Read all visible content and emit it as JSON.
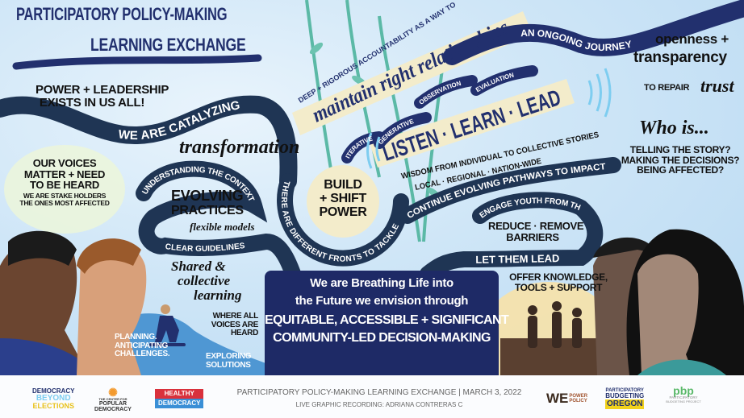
{
  "title": {
    "line1": "PARTICIPATORY POLICY-MAKING",
    "line2": "LEARNING EXCHANGE"
  },
  "top": {
    "accountability": "DEEP + RIGOROUS ACCOUNTABILITY AS A WAY TO",
    "relationships": "maintain right relationships",
    "journey": "an ongoing journey",
    "chain": [
      "iterative",
      "generative",
      "observation",
      "evaluation"
    ],
    "listen": "LISTEN · LEARN · LEAD",
    "wisdom1": "WISDOM FROM INDIVIDUAL TO COLLECTIVE STORIES",
    "wisdom2": "LOCAL · REGIONAL · NATION-WIDE"
  },
  "right": {
    "openness": "openness +",
    "transparency": "transparency",
    "repair": "TO REPAIR",
    "trust": "trust",
    "whois": "Who is...",
    "questions": [
      "TELLING THE STORY?",
      "MAKING THE DECISIONS?",
      "BEING AFFECTED?"
    ]
  },
  "left": {
    "power1": "POWER + LEADERSHIP",
    "power2": "EXISTS IN US ALL!",
    "catalyzing": "we are catalyzing",
    "transformation": "transformation",
    "voices": [
      "OUR VOICES",
      "MATTER + NEED",
      "TO BE HEARD"
    ],
    "stakeholders": [
      "WE ARE STAKE HOLDERS",
      "THE ONES MOST AFFECTED"
    ]
  },
  "loop": {
    "context": "understanding the context",
    "evolving": "EVOLVING",
    "practices": "PRACTICES",
    "flexible": "flexible models",
    "guidelines": "clear guidelines"
  },
  "center": {
    "build": [
      "BUILD",
      "+ SHIFT",
      "POWER"
    ],
    "fronts": "there are different fronts to tackle",
    "pathways": "continue evolving pathways to impact"
  },
  "youth": {
    "engage": "engage youth from the start",
    "reduce": [
      "REDUCE · REMOVE",
      "BARRIERS"
    ],
    "lead": "let them lead",
    "offer": [
      "OFFER KNOWLEDGE,",
      "TOOLS + SUPPORT"
    ]
  },
  "learning": {
    "shared": [
      "Shared &",
      "collective",
      "learning"
    ],
    "where": [
      "WHERE ALL",
      "VOICES ARE",
      "HEARD"
    ],
    "planning": [
      "PLANNING.",
      "ANTICIPATING",
      "CHALLENGES."
    ],
    "exploring": [
      "EXPLORING",
      "SOLUTIONS"
    ]
  },
  "banner": {
    "line1": "We are Breathing Life into",
    "line2": "the Future we envision through",
    "line3": "EQUITABLE, ACCESSIBLE + SIGNIFICANT",
    "line4": "COMMUNITY-LED DECISION-MAKING"
  },
  "footer": {
    "title": "PARTICIPATORY POLICY-MAKING LEARNING EXCHANGE | MARCH 3, 2022",
    "subtitle": "LIVE GRAPHIC RECORDING: ADRIANA CONTRERAS C",
    "logos": {
      "dbe": [
        "DEMOCRACY",
        "BEYOND",
        "ELECTIONS"
      ],
      "cpd": [
        "THE CENTER FOR",
        "POPULAR",
        "DEMOCRACY"
      ],
      "healthy": [
        "HEALTHY",
        "DEMOCRACY"
      ],
      "wepower": [
        "WE",
        "POWER",
        "POLICY"
      ],
      "pbo": [
        "PARTICIPATORY",
        "BUDGETING",
        "OREGON"
      ],
      "pbp": [
        "pbp",
        "PARTICIPATORY",
        "BUDGETING PROJECT"
      ]
    }
  },
  "colors": {
    "navy": "#22306e",
    "ribbon": "#1f3554",
    "cream": "#f3eccb",
    "sky": "#cfe6f7",
    "teal": "#5bb9a6"
  }
}
